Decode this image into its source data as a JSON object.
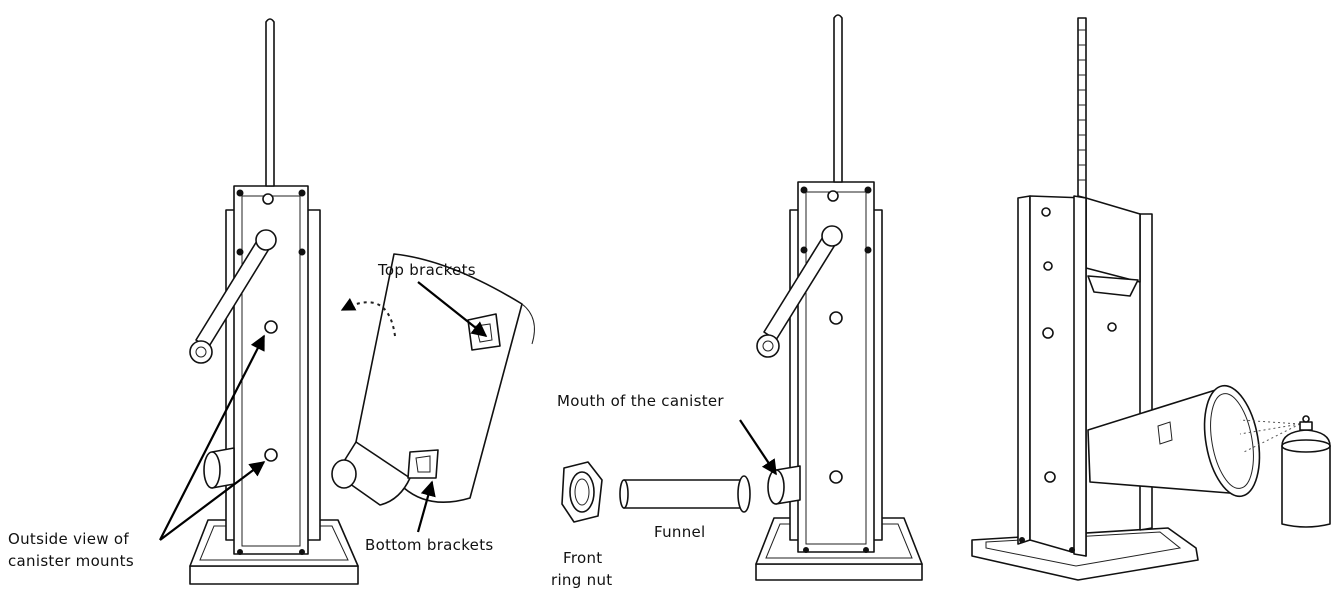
{
  "labels": {
    "top_brackets": "Top brackets",
    "bottom_brackets": "Bottom brackets",
    "outside_view_line1": "Outside view of",
    "outside_view_line2": "canister mounts",
    "mouth_of_canister": "Mouth of the canister",
    "funnel": "Funnel",
    "front_ring_nut_line1": "Front",
    "front_ring_nut_line2": "ring nut"
  }
}
